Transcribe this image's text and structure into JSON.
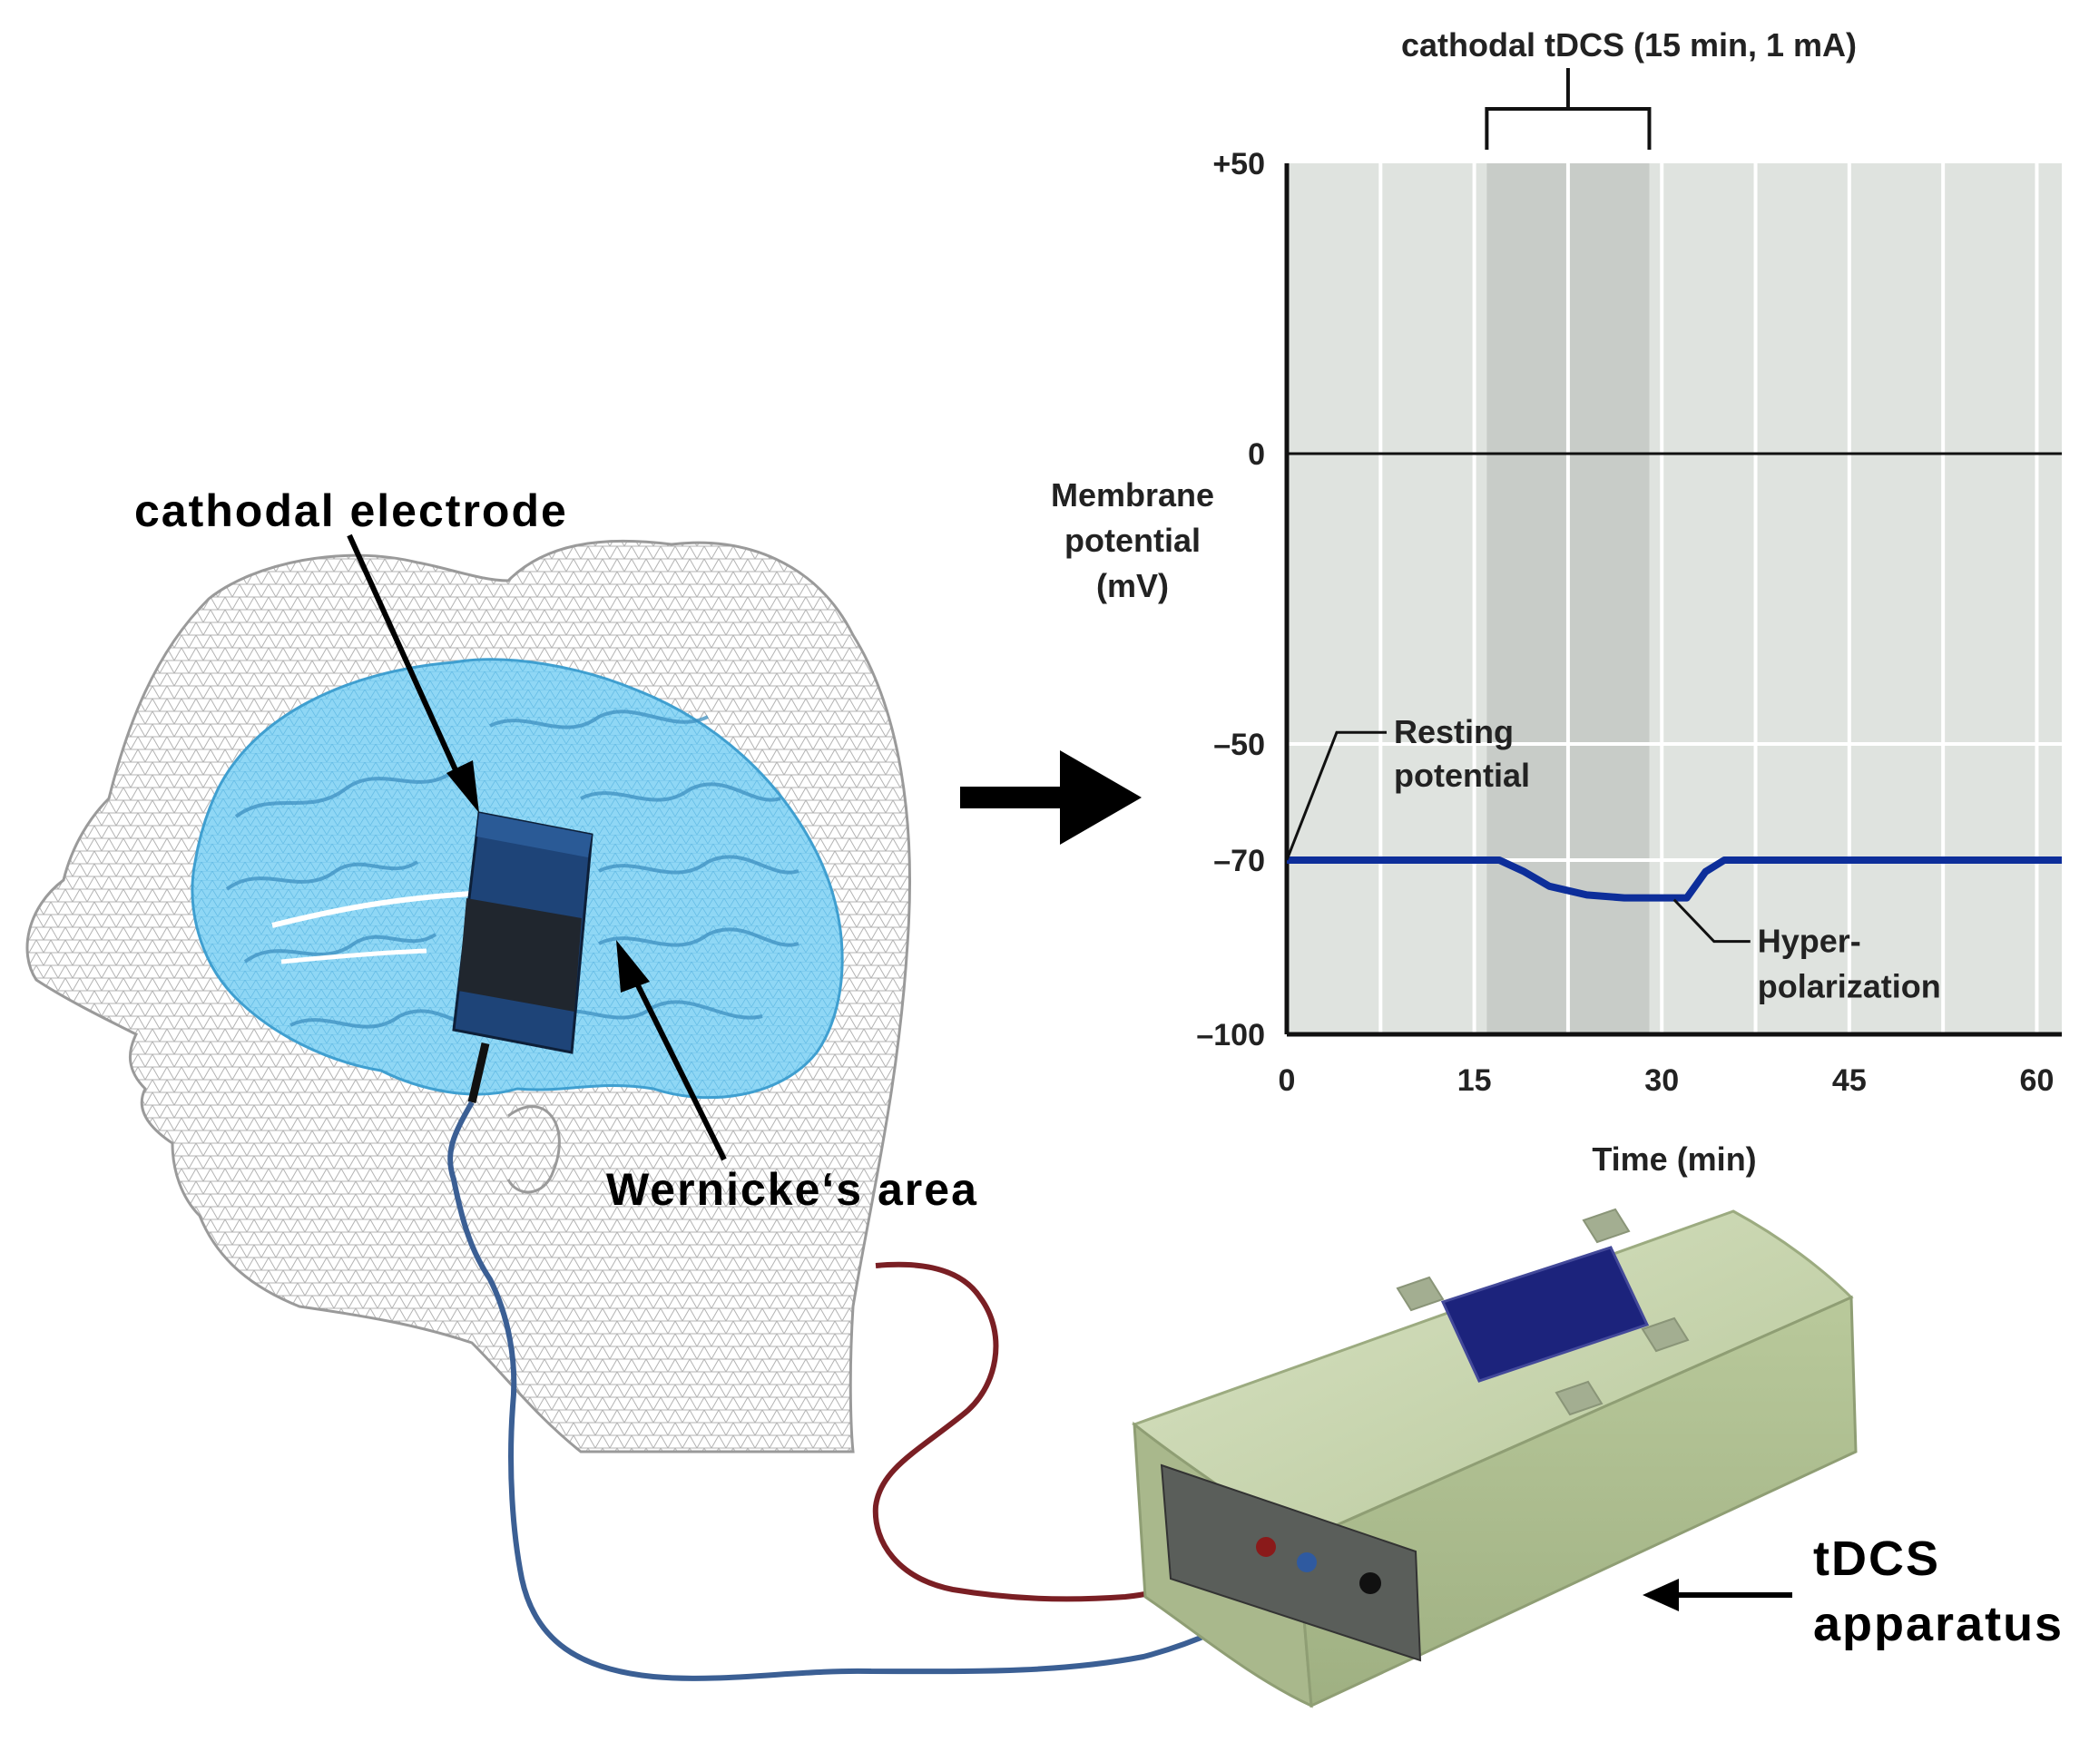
{
  "labels": {
    "cathodal_electrode": "cathodal electrode",
    "wernicke": "Wernicke‘s area",
    "apparatus_line1": "tDCS",
    "apparatus_line2": "apparatus"
  },
  "colors": {
    "brain": "#7fcff0",
    "brain_dark": "#3f9fd0",
    "electrode": "#1a3a66",
    "electrode_band": "#222a33",
    "trace": "#0d2e9a",
    "red_wire": "#7a1f24",
    "blue_wire": "#3b5f94",
    "device": "#c4d2a8",
    "chart_bg": "#dfe3df",
    "chart_stim_bg": "#c8ccc8"
  },
  "chart_data": {
    "type": "line",
    "title": "cathodal tDCS (15 min, 1 mA)",
    "ylabel": "Membrane potential (mV)",
    "ylabel_lines": [
      "Membrane",
      "potential",
      "(mV)"
    ],
    "xlabel": "Time (min)",
    "xlim": [
      0,
      62
    ],
    "ylim": [
      -100,
      50
    ],
    "yticks": [
      {
        "value": 50,
        "label": "+50"
      },
      {
        "value": 0,
        "label": "0"
      },
      {
        "value": -50,
        "label": "–50"
      },
      {
        "value": -70,
        "label": "–70"
      },
      {
        "value": -100,
        "label": "–100"
      }
    ],
    "xticks": [
      {
        "value": 0,
        "label": "0"
      },
      {
        "value": 15,
        "label": "15"
      },
      {
        "value": 30,
        "label": "30"
      },
      {
        "value": 45,
        "label": "45"
      },
      {
        "value": 60,
        "label": "60"
      }
    ],
    "stimulation_window": [
      16,
      29
    ],
    "series": [
      {
        "x": [
          0,
          17,
          19,
          21,
          24,
          27,
          30,
          32,
          33.5,
          35,
          62
        ],
        "y": [
          -70,
          -70,
          -72,
          -74.5,
          -76,
          -76.5,
          -76.5,
          -76.5,
          -72,
          -70,
          -70
        ]
      }
    ],
    "annotations": [
      {
        "lines": [
          "Resting",
          "potential"
        ],
        "x": 0,
        "y": -70
      },
      {
        "lines": [
          "Hyper-",
          "polarization"
        ],
        "x": 32,
        "y": -76.5
      }
    ],
    "grid": true
  }
}
